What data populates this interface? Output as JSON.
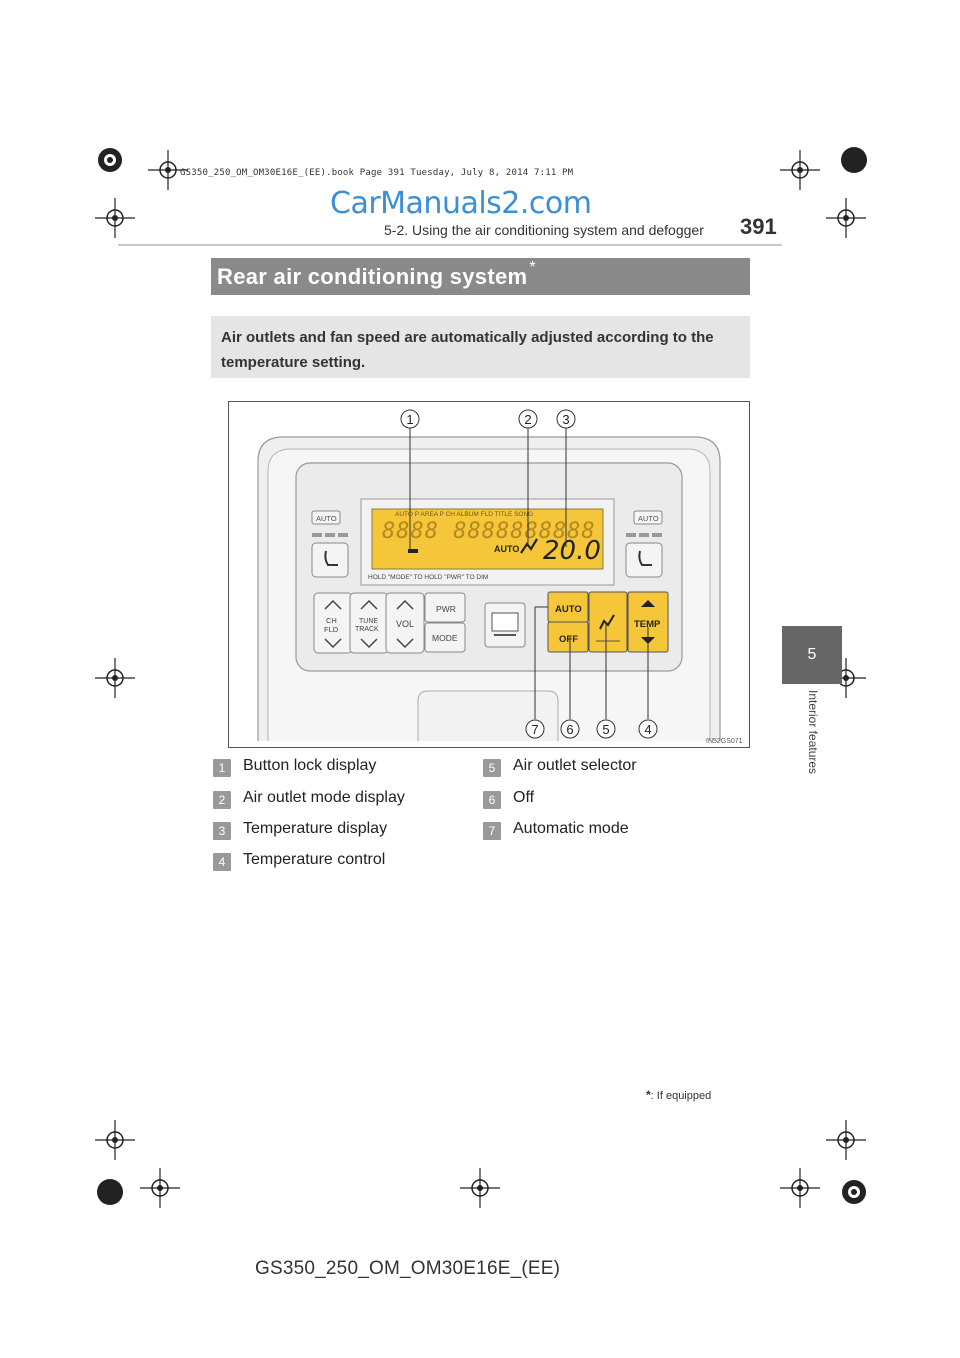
{
  "print_info": {
    "book_line": "GS350_250_OM_OM30E16E_(EE).book  Page 391  Tuesday, July 8, 2014  7:11 PM"
  },
  "watermark": "CarManuals2.com",
  "header": {
    "section": "5-2. Using the air conditioning system and defogger",
    "page_number": "391"
  },
  "chapter_tab": {
    "number": "5",
    "label": "Interior features"
  },
  "title": {
    "text": "Rear air conditioning system",
    "marker": "*"
  },
  "intro": "Air outlets and fan speed are automatically adjusted according to the temperature setting.",
  "figure": {
    "image_code": "IN52GS071",
    "callouts": [
      "1",
      "2",
      "3",
      "7",
      "6",
      "5",
      "4"
    ],
    "panel": {
      "auto_left": "AUTO",
      "auto_right": "AUTO",
      "display_top_text": "AUTO P AREA P CH ALBUM FLD TITLE SONG",
      "display_segments": "8888 8888888888",
      "display_auto": "AUTO",
      "display_temp": "20.0",
      "display_bottom_text": "HOLD \"MODE\" TO      HOLD \"PWR\" TO DIM",
      "btn_ch": "CH",
      "btn_fld": "FLD",
      "btn_tune": "TUNE",
      "btn_track": "TRACK",
      "btn_vol": "VOL",
      "btn_pwr": "PWR",
      "btn_mode": "MODE",
      "btn_auto": "AUTO",
      "btn_off": "OFF",
      "btn_temp": "TEMP"
    },
    "accent_color": "#f5c53a"
  },
  "legend": [
    {
      "num": "1",
      "label": "Button lock display"
    },
    {
      "num": "2",
      "label": "Air outlet mode display"
    },
    {
      "num": "3",
      "label": "Temperature display"
    },
    {
      "num": "4",
      "label": "Temperature control"
    },
    {
      "num": "5",
      "label": "Air outlet selector"
    },
    {
      "num": "6",
      "label": "Off"
    },
    {
      "num": "7",
      "label": "Automatic mode"
    }
  ],
  "footnote": {
    "marker": "*",
    "text": ": If equipped"
  },
  "doc_code": "GS350_250_OM_OM30E16E_(EE)"
}
